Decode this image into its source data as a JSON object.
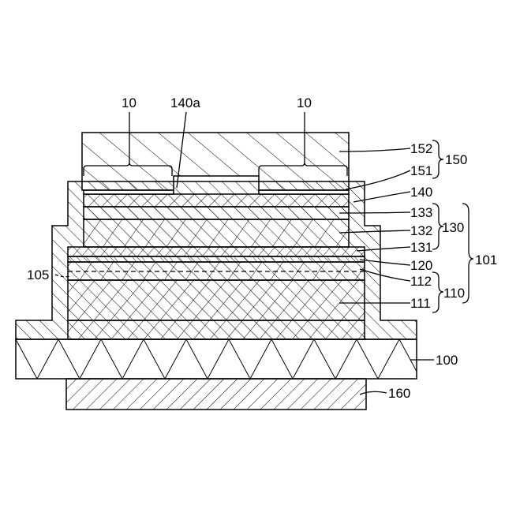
{
  "labels": {
    "region_10_left": "10",
    "region_10_right": "10",
    "opening_140a": "140a",
    "layer_152": "152",
    "layer_151": "151",
    "group_150": "150",
    "layer_140": "140",
    "layer_133": "133",
    "layer_132": "132",
    "layer_131": "131",
    "group_130": "130",
    "layer_120": "120",
    "layer_112": "112",
    "layer_111": "111",
    "group_110": "110",
    "group_101": "101",
    "interface_105": "105",
    "substrate_100": "100",
    "electrode_160": "160"
  }
}
